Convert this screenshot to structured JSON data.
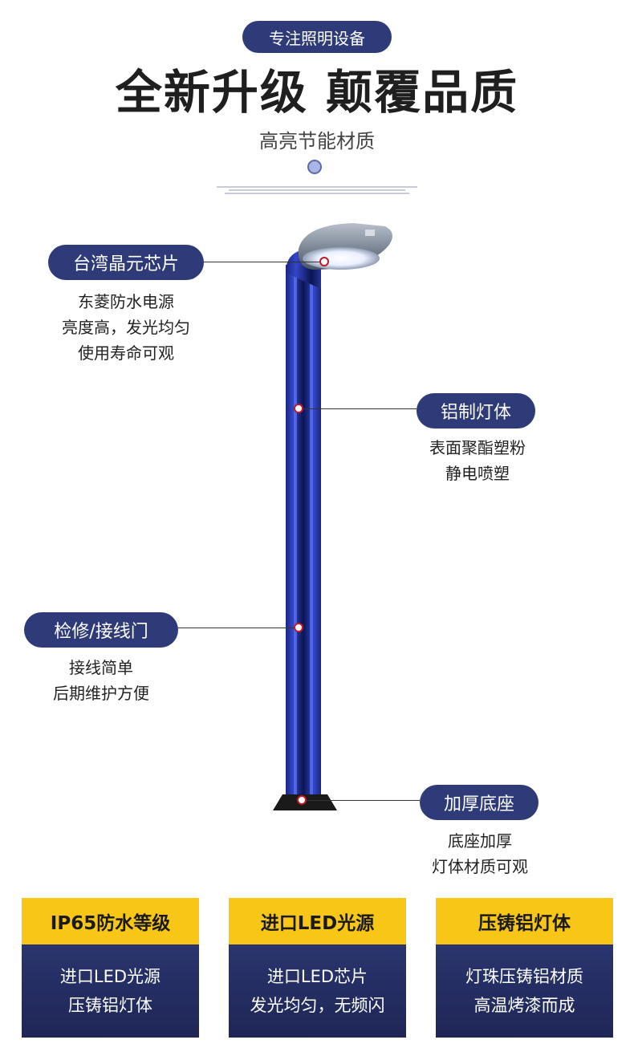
{
  "header": {
    "tag": "专注照明设备",
    "headline": "全新升级 颠覆品质",
    "subheadline": "高亮节能材质"
  },
  "features": [
    {
      "label": "台湾晶元芯片",
      "lines": [
        "东菱防水电源",
        "亮度高，发光均匀",
        "使用寿命可观"
      ]
    },
    {
      "label": "铝制灯体",
      "lines": [
        "表面聚酯塑粉",
        "静电喷塑"
      ]
    },
    {
      "label": "检修/接线门",
      "lines": [
        "接线简单",
        "后期维护方便"
      ]
    },
    {
      "label": "加厚底座",
      "lines": [
        "底座加厚",
        "灯体材质可观"
      ]
    }
  ],
  "cards": [
    {
      "title": "IP65防水等级",
      "lines": [
        "进口LED光源",
        "压铸铝灯体"
      ]
    },
    {
      "title": "进口LED光源",
      "lines": [
        "进口LED芯片",
        "发光均匀，无频闪"
      ]
    },
    {
      "title": "压铸铝灯体",
      "lines": [
        "灯珠压铸铝材质",
        "高温烤漆而成"
      ]
    }
  ],
  "colors": {
    "pill_bg": "#2f3b78",
    "pole_blue": "#2435a8",
    "card_head": "#f7c617",
    "card_body": "#232b60",
    "marker_red": "#c0182a"
  }
}
